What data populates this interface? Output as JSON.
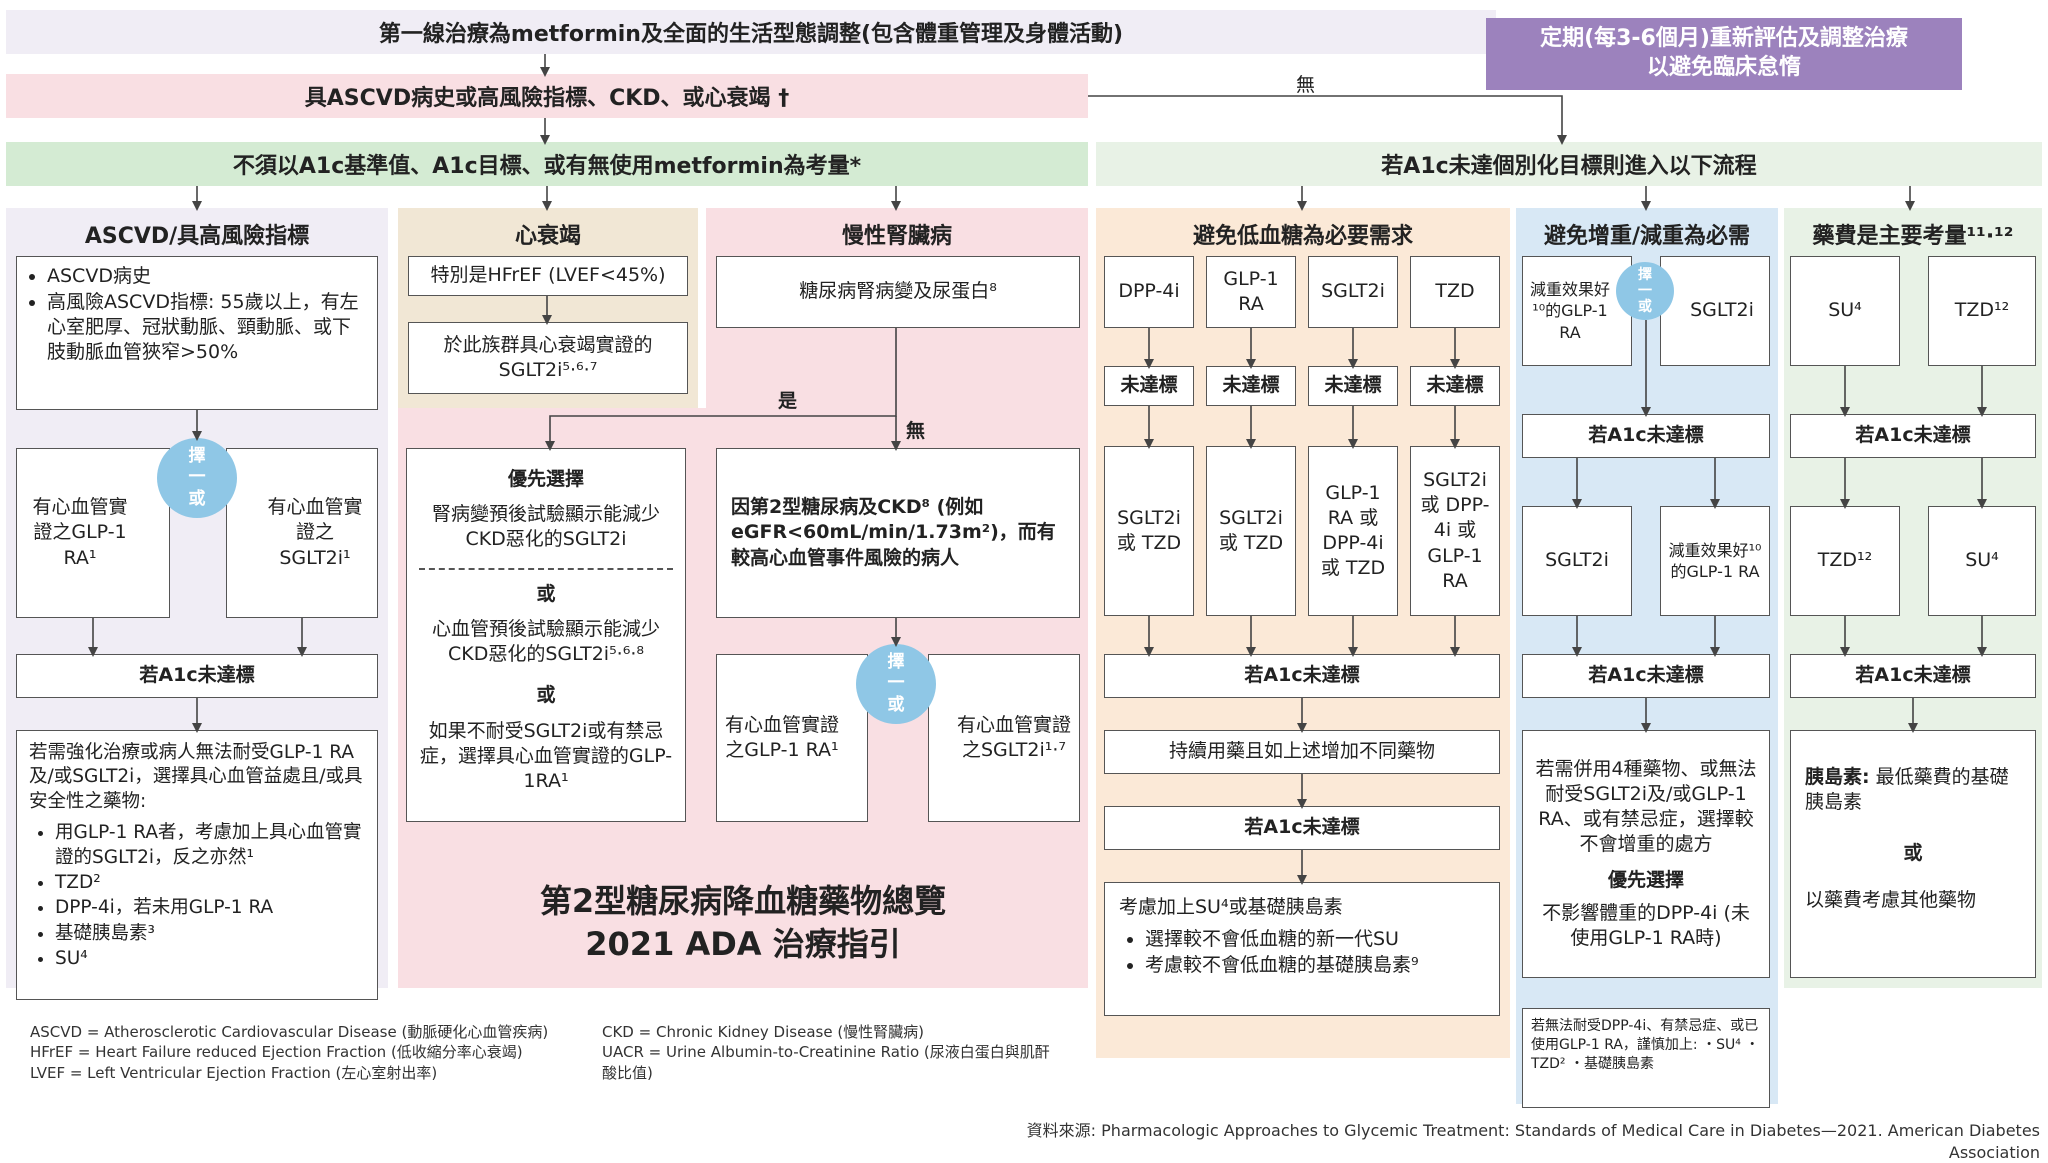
{
  "header": {
    "line1": "第一線治療為metformin及全面的生活型態調整(包含體重管理及身體活動)",
    "reeval_line1": "定期(每3-6個月)重新評估及調整治療",
    "reeval_line2": "以避免臨床怠惰",
    "line2": "具ASCVD病史或高風險指標、CKD、或心衰竭 †",
    "no_label": "無",
    "left_green": "不須以A1c基準值、A1c目標、或有無使用metformin為考量*",
    "right_green": "若A1c未達個別化目標則進入以下流程"
  },
  "ascvd": {
    "title": "ASCVD/具高風險指標",
    "item1": "ASCVD病史",
    "item2": "高風險ASCVD指標: 55歲以上，有左心室肥厚、冠狀動脈、頸動脈、或下肢動脈血管狹窄>50%",
    "choose": [
      "擇",
      "一",
      "或"
    ],
    "glp1": "有心血管實證之GLP-1 RA¹",
    "sglt2": "有心血管實證之SGLT2i¹",
    "a1c": "若A1c未達標",
    "intro": "若需強化治療或病人無法耐受GLP-1 RA及/或SGLT2i，選擇具心血管益處且/或具安全性之藥物:",
    "list": [
      "用GLP-1 RA者，考慮加上具心血管實證的SGLT2i，反之亦然¹",
      "TZD²",
      "DPP-4i，若未用GLP-1 RA",
      "基礎胰島素³",
      "SU⁴"
    ]
  },
  "hf": {
    "title": "心衰竭",
    "box1": "特別是HFrEF (LVEF<45%)",
    "box2": "於此族群具心衰竭實證的SGLT2i⁵·⁶·⁷"
  },
  "ckd": {
    "title": "慢性腎臟病",
    "top": "糖尿病腎病變及尿蛋白⁸",
    "yes": "是",
    "no": "無",
    "priority_title": "優先選擇",
    "p1": "腎病變預後試驗顯示能減少CKD惡化的SGLT2i",
    "or1": "或",
    "p2": "心血管預後試驗顯示能減少CKD惡化的SGLT2i⁵·⁶·⁸",
    "or2": "或",
    "p3": "如果不耐受SGLT2i或有禁忌症，選擇具心血管實證的GLP-1RA¹",
    "nobox": "因第2型糖尿病及CKD⁸ (例如eGFR<60mL/min/1.73m²)，而有較高心血管事件風險的病人",
    "choose": [
      "擇",
      "一",
      "或"
    ],
    "glp1": "有心血管實證之GLP-1 RA¹",
    "sglt2": "有心血管實證之SGLT2i¹·⁷"
  },
  "main_title": {
    "line1": "第2型糖尿病降血糖藥物總覽",
    "line2": "2021 ADA 治療指引"
  },
  "hypo": {
    "title": "避免低血糖為必要需求",
    "drugs": [
      "DPP-4i",
      "GLP-1 RA",
      "SGLT2i",
      "TZD"
    ],
    "not_met": "未達標",
    "second": [
      "SGLT2i 或 TZD",
      "SGLT2i 或 TZD",
      "GLP-1 RA 或 DPP-4i 或 TZD",
      "SGLT2i 或 DPP-4i 或 GLP-1 RA"
    ],
    "a1c1": "若A1c未達標",
    "continue": "持續用藥且如上述增加不同藥物",
    "a1c2": "若A1c未達標",
    "consider_title": "考慮加上SU⁴或基礎胰島素",
    "consider_list": [
      "選擇較不會低血糖的新一代SU",
      "考慮較不會低血糖的基礎胰島素⁹"
    ]
  },
  "weight": {
    "title": "避免增重/減重為必需",
    "box1": "減重效果好¹⁰的GLP-1 RA",
    "box2": "SGLT2i",
    "choose": [
      "擇",
      "一",
      "或"
    ],
    "a1c1": "若A1c未達標",
    "box3": "SGLT2i",
    "box4": "減重效果好¹⁰的GLP-1 RA",
    "a1c2": "若A1c未達標",
    "big": "若需併用4種藥物、或無法耐受SGLT2i及/或GLP-1 RA、或有禁忌症，選擇較不會增重的處方",
    "priority": "優先選擇",
    "priority_text": "不影響體重的DPP-4i (未使用GLP-1 RA時)",
    "note": "若無法耐受DPP-4i、有禁忌症、或已使用GLP-1 RA，謹慎加上: ・SU⁴ ・TZD² ・基礎胰島素"
  },
  "cost": {
    "title": "藥費是主要考量¹¹·¹²",
    "box1": "SU⁴",
    "box2": "TZD¹²",
    "a1c1": "若A1c未達標",
    "box3": "TZD¹²",
    "box4": "SU⁴",
    "a1c2": "若A1c未達標",
    "insulin_bold": "胰島素:",
    "insulin_text": "最低藥費的基礎胰島素",
    "or": "或",
    "other": "以藥費考慮其他藥物"
  },
  "glossary": {
    "g1": "ASCVD = Atherosclerotic Cardiovascular Disease (動脈硬化心血管疾病)",
    "g2": "HFrEF = Heart Failure reduced Ejection Fraction (低收縮分率心衰竭)",
    "g3": "LVEF = Left Ventricular Ejection Fraction (左心室射出率)",
    "g4": "CKD = Chronic Kidney Disease (慢性腎臟病)",
    "g5": "UACR = Urine Albumin-to-Creatinine Ratio (尿液白蛋白與肌酐酸比值)"
  },
  "source": "資料來源: Pharmacologic Approaches to Glycemic Treatment: Standards of Medical Care in Diabetes—2021. American Diabetes Association",
  "colors": {
    "lavender": "#f0edf5",
    "pink": "#f9dfe3",
    "green": "#d4ebd3",
    "light_green": "#e8f2e6",
    "purple": "#9c82bd",
    "orange": "#fbe9d7",
    "blue": "#d8e8f5",
    "hf_tan": "#f1e7d5",
    "circle": "#8fc7e6"
  }
}
